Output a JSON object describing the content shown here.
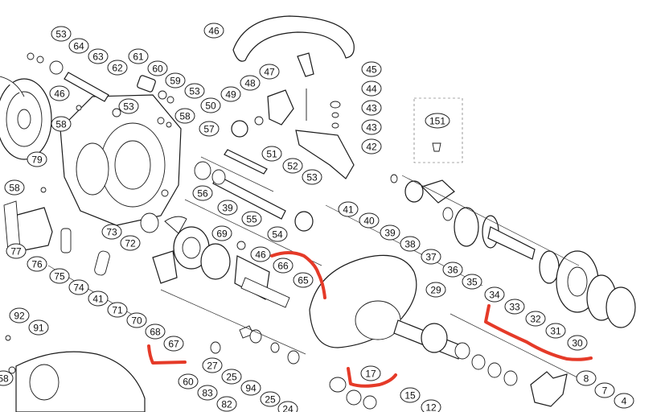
{
  "diagram": {
    "annotation_color": "#e53a28",
    "line_color": "#1a1a1a",
    "callouts": [
      {
        "id": "c-53a",
        "label": "53"
      },
      {
        "id": "c-64",
        "label": "64"
      },
      {
        "id": "c-63",
        "label": "63"
      },
      {
        "id": "c-62",
        "label": "62"
      },
      {
        "id": "c-61",
        "label": "61"
      },
      {
        "id": "c-60a",
        "label": "60"
      },
      {
        "id": "c-59",
        "label": "59"
      },
      {
        "id": "c-53b",
        "label": "53"
      },
      {
        "id": "c-46a",
        "label": "46"
      },
      {
        "id": "c-53c",
        "label": "53"
      },
      {
        "id": "c-58a",
        "label": "58"
      },
      {
        "id": "c-58b",
        "label": "58"
      },
      {
        "id": "c-57",
        "label": "57"
      },
      {
        "id": "c-79",
        "label": "79"
      },
      {
        "id": "c-58c",
        "label": "58"
      },
      {
        "id": "c-46b",
        "label": "46"
      },
      {
        "id": "c-49",
        "label": "49"
      },
      {
        "id": "c-48",
        "label": "48"
      },
      {
        "id": "c-47",
        "label": "47"
      },
      {
        "id": "c-50",
        "label": "50"
      },
      {
        "id": "c-45",
        "label": "45"
      },
      {
        "id": "c-44",
        "label": "44"
      },
      {
        "id": "c-43a",
        "label": "43"
      },
      {
        "id": "c-43b",
        "label": "43"
      },
      {
        "id": "c-42",
        "label": "42"
      },
      {
        "id": "c-151",
        "label": "151"
      },
      {
        "id": "c-51",
        "label": "51"
      },
      {
        "id": "c-52",
        "label": "52"
      },
      {
        "id": "c-53d",
        "label": "53"
      },
      {
        "id": "c-56",
        "label": "56"
      },
      {
        "id": "c-39a",
        "label": "39"
      },
      {
        "id": "c-55",
        "label": "55"
      },
      {
        "id": "c-41a",
        "label": "41"
      },
      {
        "id": "c-40",
        "label": "40"
      },
      {
        "id": "c-39b",
        "label": "39"
      },
      {
        "id": "c-38",
        "label": "38"
      },
      {
        "id": "c-37",
        "label": "37"
      },
      {
        "id": "c-36",
        "label": "36"
      },
      {
        "id": "c-35",
        "label": "35"
      },
      {
        "id": "c-54",
        "label": "54"
      },
      {
        "id": "c-46c",
        "label": "46"
      },
      {
        "id": "c-66",
        "label": "66"
      },
      {
        "id": "c-65",
        "label": "65"
      },
      {
        "id": "c-69",
        "label": "69"
      },
      {
        "id": "c-73",
        "label": "73"
      },
      {
        "id": "c-72",
        "label": "72"
      },
      {
        "id": "c-77",
        "label": "77"
      },
      {
        "id": "c-76",
        "label": "76"
      },
      {
        "id": "c-75",
        "label": "75"
      },
      {
        "id": "c-74",
        "label": "74"
      },
      {
        "id": "c-41b",
        "label": "41"
      },
      {
        "id": "c-71",
        "label": "71"
      },
      {
        "id": "c-70",
        "label": "70"
      },
      {
        "id": "c-68",
        "label": "68"
      },
      {
        "id": "c-67",
        "label": "67"
      },
      {
        "id": "c-29",
        "label": "29"
      },
      {
        "id": "c-34",
        "label": "34"
      },
      {
        "id": "c-33",
        "label": "33"
      },
      {
        "id": "c-32",
        "label": "32"
      },
      {
        "id": "c-31",
        "label": "31"
      },
      {
        "id": "c-30",
        "label": "30"
      },
      {
        "id": "c-92",
        "label": "92"
      },
      {
        "id": "c-91",
        "label": "91"
      },
      {
        "id": "c-27",
        "label": "27"
      },
      {
        "id": "c-25a",
        "label": "25"
      },
      {
        "id": "c-94",
        "label": "94"
      },
      {
        "id": "c-25b",
        "label": "25"
      },
      {
        "id": "c-60b",
        "label": "60"
      },
      {
        "id": "c-83",
        "label": "83"
      },
      {
        "id": "c-82",
        "label": "82"
      },
      {
        "id": "c-17",
        "label": "17"
      },
      {
        "id": "c-15",
        "label": "15"
      },
      {
        "id": "c-12",
        "label": "12"
      },
      {
        "id": "c-8",
        "label": "8"
      },
      {
        "id": "c-7",
        "label": "7"
      },
      {
        "id": "c-4",
        "label": "4"
      },
      {
        "id": "c-24",
        "label": "24"
      },
      {
        "id": "c-58d",
        "label": "58"
      }
    ]
  }
}
